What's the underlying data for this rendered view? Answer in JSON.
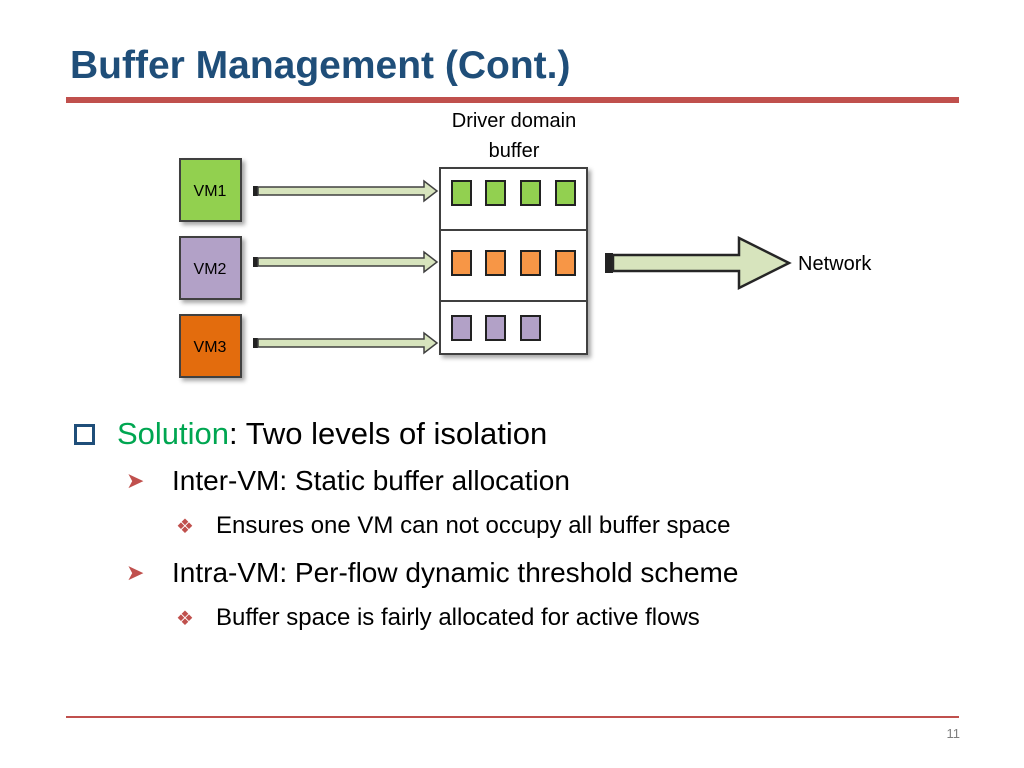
{
  "slide": {
    "title": "Buffer Management (Cont.)",
    "page_number": "11"
  },
  "diagram": {
    "buffer_label_line1": "Driver domain",
    "buffer_label_line2": "buffer",
    "network_label": "Network",
    "vms": [
      {
        "label": "VM1",
        "color": "#92d050",
        "slots": 4,
        "slot_color": "#92d050"
      },
      {
        "label": "VM2",
        "color": "#b2a1c7",
        "slots": 4,
        "slot_color": "#f79646"
      },
      {
        "label": "VM3",
        "color": "#e36c09",
        "slots": 3,
        "slot_color": "#b2a1c7"
      }
    ],
    "arrow_fill": "#d7e4bd"
  },
  "bullets": {
    "main_accent": "Solution",
    "main_rest": ": Two levels of isolation",
    "sub1": "Inter-VM: Static buffer allocation",
    "sub1_detail": "Ensures one VM can not occupy all buffer space",
    "sub2": "Intra-VM: Per-flow dynamic threshold scheme",
    "sub2_detail": "Buffer space is fairly allocated for active flows"
  },
  "colors": {
    "title": "#1f4e79",
    "rule": "#c0504d",
    "accent_text": "#00a651"
  }
}
